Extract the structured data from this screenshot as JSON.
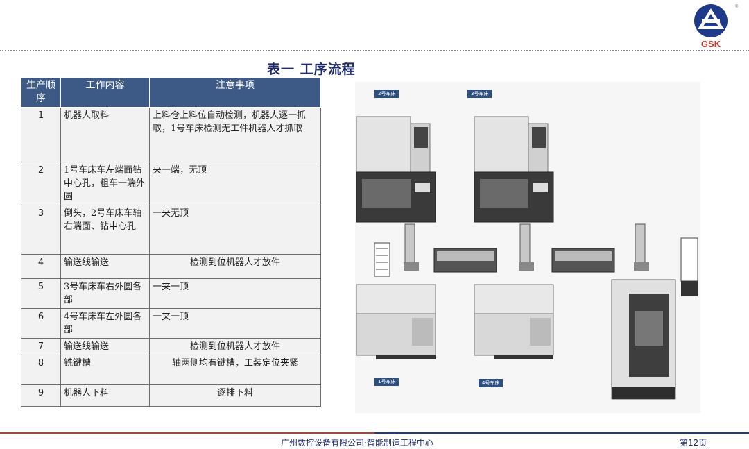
{
  "logo": {
    "text": "GSK",
    "registered": "®",
    "color": "#1f3a8a",
    "accent": "#c0392b"
  },
  "title": "表一 工序流程",
  "table": {
    "headers": [
      "生产顺序",
      "工作内容",
      "注意事项"
    ],
    "rows": [
      {
        "seq": "1",
        "content": "机器人取料",
        "note": "上料仓上料位自动检测，机器人逐一抓取，1号车床检测无工件机器人才抓取"
      },
      {
        "seq": "2",
        "content": "1号车床车左端面钻中心孔，粗车一端外圆",
        "note": "夹一端，无顶"
      },
      {
        "seq": "3",
        "content": "倒头，2号车床车轴右端面、钻中心孔",
        "note": "一夹无顶"
      },
      {
        "seq": "4",
        "content": "输送线输送",
        "note": "检测到位机器人才放件"
      },
      {
        "seq": "5",
        "content": "3号车床车右外圆各部",
        "note": "一夹一顶"
      },
      {
        "seq": "6",
        "content": "4号车床车左外圆各部",
        "note": "一夹一顶"
      },
      {
        "seq": "7",
        "content": "输送线输送",
        "note": "检测到位机器人才放件"
      },
      {
        "seq": "8",
        "content": "铣键槽",
        "note": "轴两侧均有键槽，工装定位夹紧"
      },
      {
        "seq": "9",
        "content": "机器人下料",
        "note": "逐排下料"
      }
    ]
  },
  "figure": {
    "labels": {
      "lathe1": "1号车床",
      "lathe2": "2号车床",
      "lathe3": "3号车床",
      "lathe4": "4号车床"
    }
  },
  "footer": {
    "company": "广州数控设备有限公司·智能制造工程中心",
    "page": "第12页"
  }
}
